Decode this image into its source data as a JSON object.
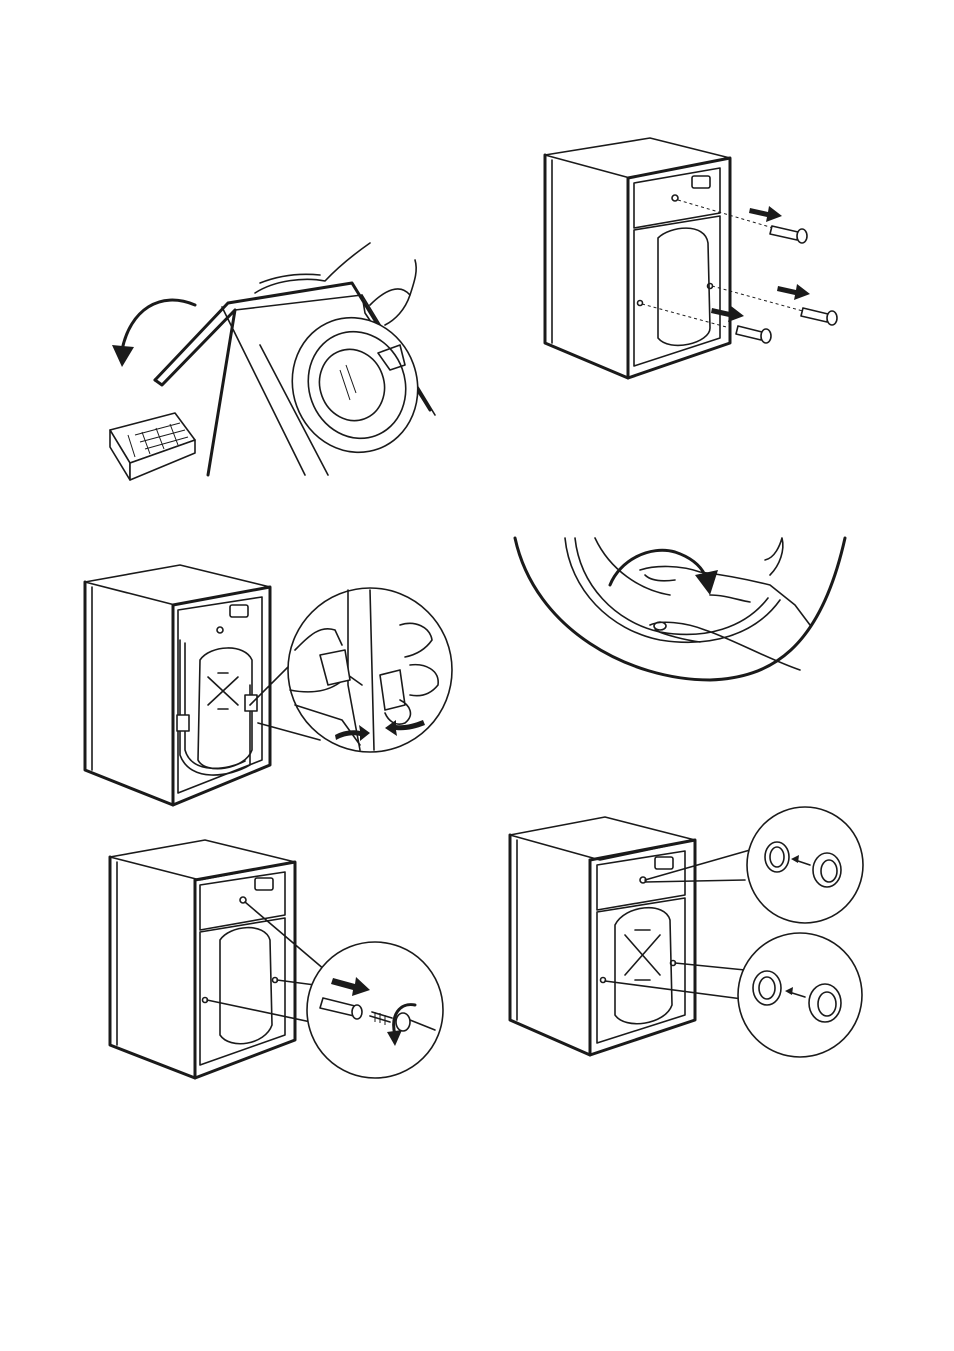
{
  "colors": {
    "line": "#1a1a1a",
    "background": "#ffffff"
  },
  "figures": [
    {
      "id": "tilt-machine",
      "icon": "rotate-arrow-icon"
    },
    {
      "id": "remove-rear-bolts",
      "icon": "arrow-right-icon"
    },
    {
      "id": "release-hose-clips",
      "icon": "double-arrow-icon"
    },
    {
      "id": "rotate-door-seal",
      "icon": "rotate-arrow-icon"
    },
    {
      "id": "unscrew-transit-bolt",
      "icon": "rotate-arrow-icon"
    },
    {
      "id": "insert-plastic-caps",
      "icon": "arrow-left-icon"
    }
  ]
}
